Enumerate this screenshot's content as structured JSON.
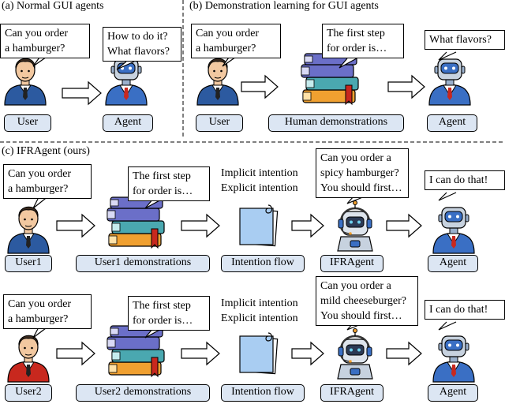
{
  "panels": {
    "a": {
      "title": "(a) Normal GUI agents"
    },
    "b": {
      "title": "(b) Demonstration learning for GUI agents"
    },
    "c": {
      "title": "(c) IFRAgent (ours)"
    }
  },
  "bubbles": {
    "a_user": [
      "Can you order",
      "a hamburger?"
    ],
    "a_agent": [
      "How to do it?",
      "What flavors?"
    ],
    "b_user": [
      "Can you order",
      "a hamburger?"
    ],
    "b_demo": [
      "The first step",
      "for order is…"
    ],
    "b_agent": [
      "What flavors?"
    ],
    "c1_user": [
      "Can you order",
      "a hamburger?"
    ],
    "c1_demo": [
      "The first step",
      "for order is…"
    ],
    "c1_intent": [
      "Implicit intention",
      "Explicit intention"
    ],
    "c1_ifr": [
      "Can you order a",
      "spicy hamburger?",
      "You should first…"
    ],
    "c1_agent": [
      "I can do that!"
    ],
    "c2_user": [
      "Can you order",
      "a hamburger?"
    ],
    "c2_demo": [
      "The first step",
      "for order is…"
    ],
    "c2_intent": [
      "Implicit intention",
      "Explicit intention"
    ],
    "c2_ifr": [
      "Can you order a",
      "mild cheeseburger?",
      "You should first…"
    ],
    "c2_agent": [
      "I can do that!"
    ]
  },
  "labels": {
    "a_user": "User",
    "a_agent": "Agent",
    "b_user": "User",
    "b_demo": "Human demonstrations",
    "b_agent": "Agent",
    "c1_user": "User1",
    "c1_demo": "User1 demonstrations",
    "c1_flow": "Intention flow",
    "c1_ifr": "IFRAgent",
    "c1_agent": "Agent",
    "c2_user": "User2",
    "c2_demo": "User2 demonstrations",
    "c2_flow": "Intention flow",
    "c2_ifr": "IFRAgent",
    "c2_agent": "Agent"
  },
  "colors": {
    "label_fill": "#dce6f3",
    "user_suit_blue": "#2c5aa0",
    "user_suit_red": "#c8281e",
    "robot_blue": "#3a6fc4",
    "book_purple": "#6b6fc8",
    "book_teal": "#4aa8b0",
    "book_orange": "#f0a030",
    "note_blue": "#a9cdf2"
  }
}
